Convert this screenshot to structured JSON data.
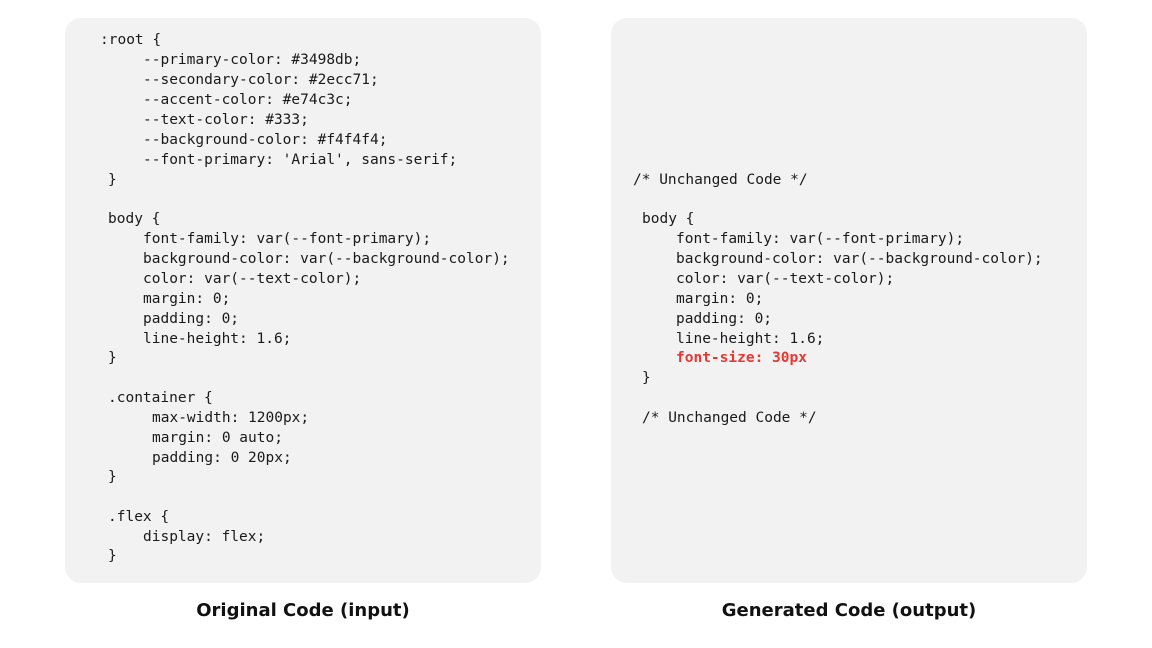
{
  "original": {
    "caption": "Original Code (input)",
    "lines": [
      ":root {",
      "--primary-color: #3498db;",
      "--secondary-color: #2ecc71;",
      "--accent-color: #e74c3c;",
      "--text-color: #333;",
      "--background-color: #f4f4f4;",
      "--font-primary: 'Arial', sans-serif;",
      "}",
      "body {",
      "font-family: var(--font-primary);",
      "background-color: var(--background-color);",
      "color: var(--text-color);",
      "margin: 0;",
      "padding: 0;",
      "line-height: 1.6;",
      "}",
      ".container {",
      "max-width: 1200px;",
      "margin: 0 auto;",
      "padding: 0 20px;",
      "}",
      ".flex {",
      "display: flex;",
      "}"
    ]
  },
  "generated": {
    "caption": "Generated Code (output)",
    "lines": [
      "/* Unchanged Code */",
      "body {",
      "font-family: var(--font-primary);",
      "background-color: var(--background-color);",
      "color: var(--text-color);",
      "margin: 0;",
      "padding: 0;",
      "line-height: 1.6;",
      "font-size: 30px",
      "}",
      "/* Unchanged Code */"
    ],
    "highlight_color": "#e53935"
  }
}
